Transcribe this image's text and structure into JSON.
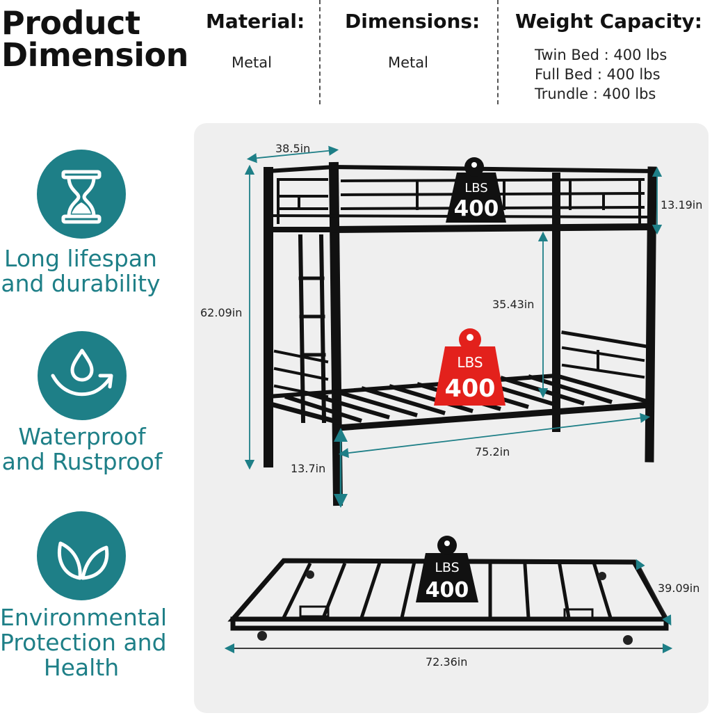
{
  "header": {
    "title_line1": "Product",
    "title_line2": "Dimension",
    "material_label": "Material:",
    "material_value": "Metal",
    "dimensions_label": "Dimensions:",
    "dimensions_value": "Metal",
    "weight_label": "Weight Capacity:",
    "weight_lines": [
      "Twin Bed : 400 lbs",
      "Full Bed : 400 lbs",
      "Trundle : 400 lbs"
    ]
  },
  "features": [
    {
      "icon": "hourglass-icon",
      "line1": "Long lifespan",
      "line2": "and durability"
    },
    {
      "icon": "water-drop-icon",
      "line1": "Waterproof",
      "line2": "and Rustproof"
    },
    {
      "icon": "leaf-icon",
      "line1": "Environmental",
      "line2": "Protection and",
      "line3": "Health"
    }
  ],
  "dimensions": {
    "top_width": "38.5in",
    "total_height": "62.09in",
    "rail_height": "13.19in",
    "bunk_gap": "35.43in",
    "length": "75.2in",
    "leg_height": "13.7in",
    "trundle_width": "39.09in",
    "trundle_length": "72.36in"
  },
  "weights": {
    "unit": "LBS",
    "top_value": "400",
    "bottom_value": "400",
    "trundle_value": "400"
  },
  "colors": {
    "accent_teal": "#1e7f87",
    "dimension_line": "#1e7f87",
    "weight_black": "#111111",
    "weight_red": "#e3211c",
    "panel_bg": "#efefef"
  }
}
